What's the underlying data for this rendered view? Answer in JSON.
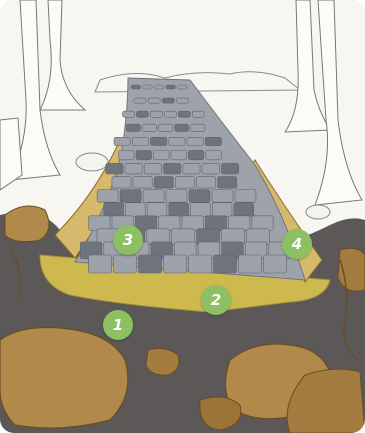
{
  "illustration": {
    "subject": "cobblestone-road-through-forest",
    "colors": {
      "sky": "#f7f6f1",
      "road_stone": "#9ea3ab",
      "road_stone_dark": "#6f747c",
      "curb_sand": "#d6b96a",
      "base_layer": "#cdb94d",
      "subsoil": "#5b5857",
      "rock": "#b1894a",
      "rock_dark": "#6b4d24",
      "marker": "#8cc063"
    }
  },
  "markers": [
    {
      "label": "1"
    },
    {
      "label": "2"
    },
    {
      "label": "3"
    },
    {
      "label": "4"
    }
  ]
}
